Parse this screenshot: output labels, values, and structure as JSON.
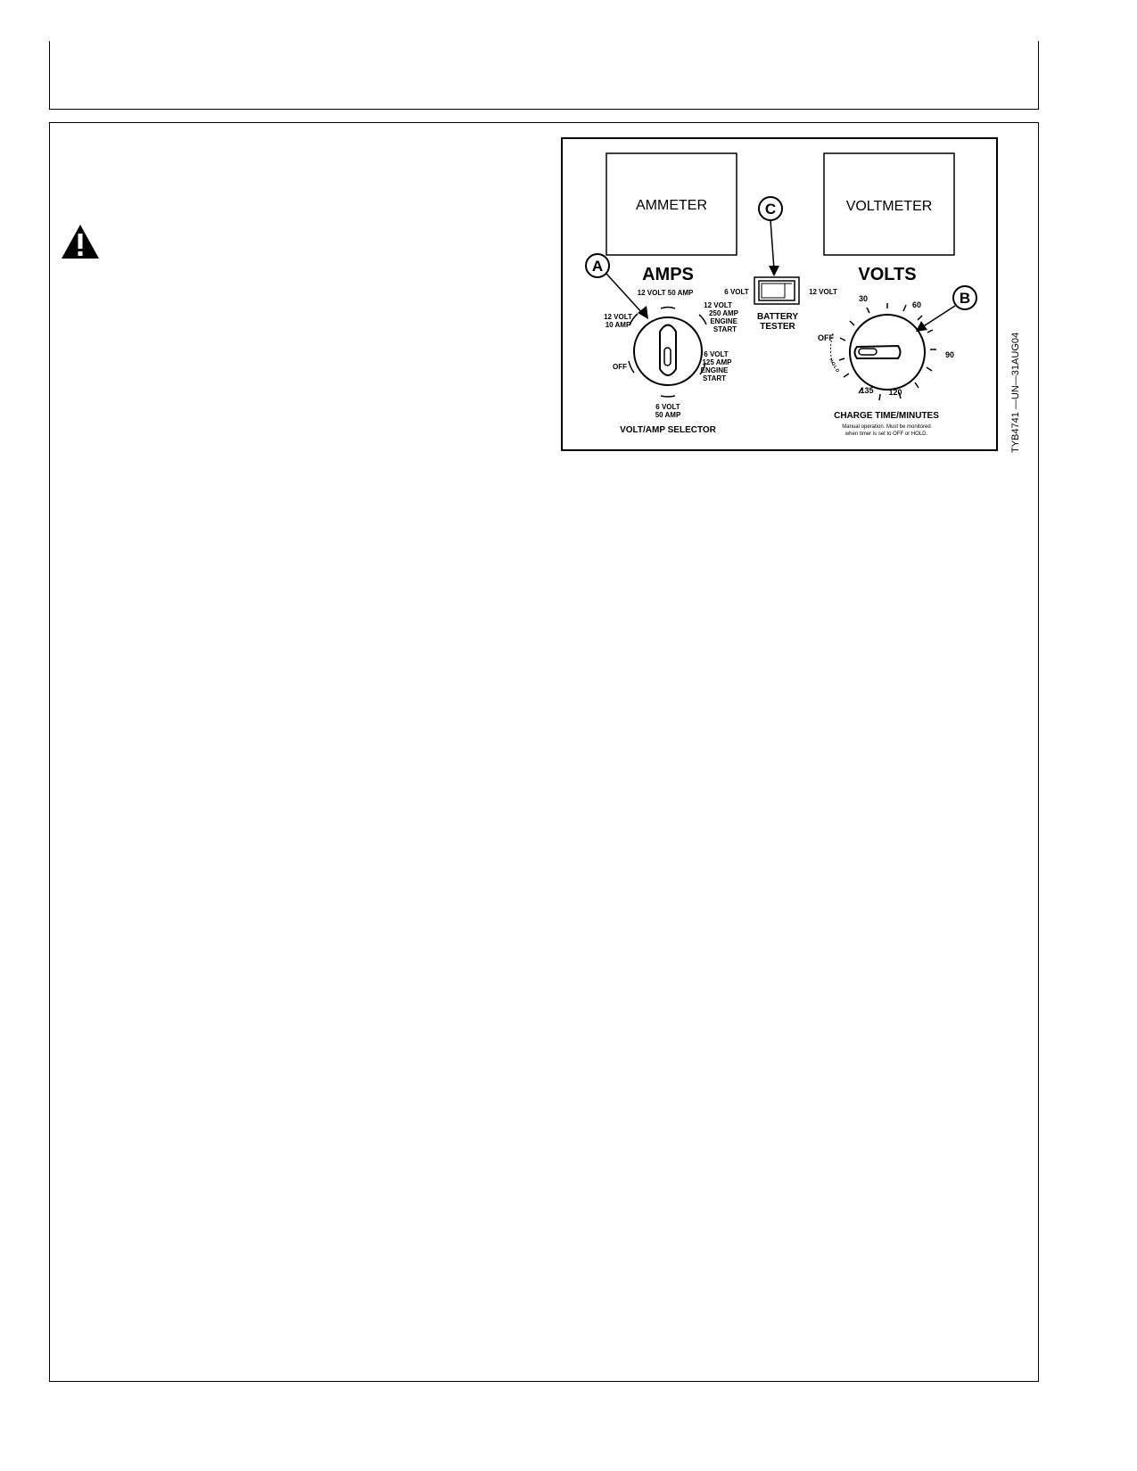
{
  "warning_icon": "warning-triangle-icon",
  "figure": {
    "ammeter": "AMMETER",
    "voltmeter": "VOLTMETER",
    "amps": "AMPS",
    "volts": "VOLTS",
    "callouts": {
      "a": "A",
      "b": "B",
      "c": "C"
    },
    "switch": {
      "left": "6 VOLT",
      "right": "12 VOLT",
      "label_line1": "BATTERY",
      "label_line2": "TESTER"
    },
    "selector": {
      "top": "12 VOLT 50 AMP",
      "left_line1": "12 VOLT",
      "left_line2": "10 AMP",
      "right_line1": "12 VOLT",
      "right_line2": "250 AMP",
      "right_line3": "ENGINE",
      "right_line4": "START",
      "lowright_line1": "6 VOLT",
      "lowright_line2": "125 AMP",
      "lowright_line3": "ENGINE",
      "lowright_line4": "START",
      "off": "OFF",
      "bottom_line1": "6 VOLT",
      "bottom_line2": "50 AMP",
      "caption": "VOLT/AMP SELECTOR"
    },
    "timer": {
      "m30": "30",
      "m60": "60",
      "m90": "90",
      "m120": "120",
      "m135": "135",
      "off": "OFF",
      "hold": "HOLD",
      "caption": "CHARGE TIME/MINUTES",
      "note_line1": "Manual operation.  Must be monitored",
      "note_line2": "when timer is set to OFF or HOLD."
    },
    "figure_id": "TYB4741  —UN—31AUG04"
  }
}
